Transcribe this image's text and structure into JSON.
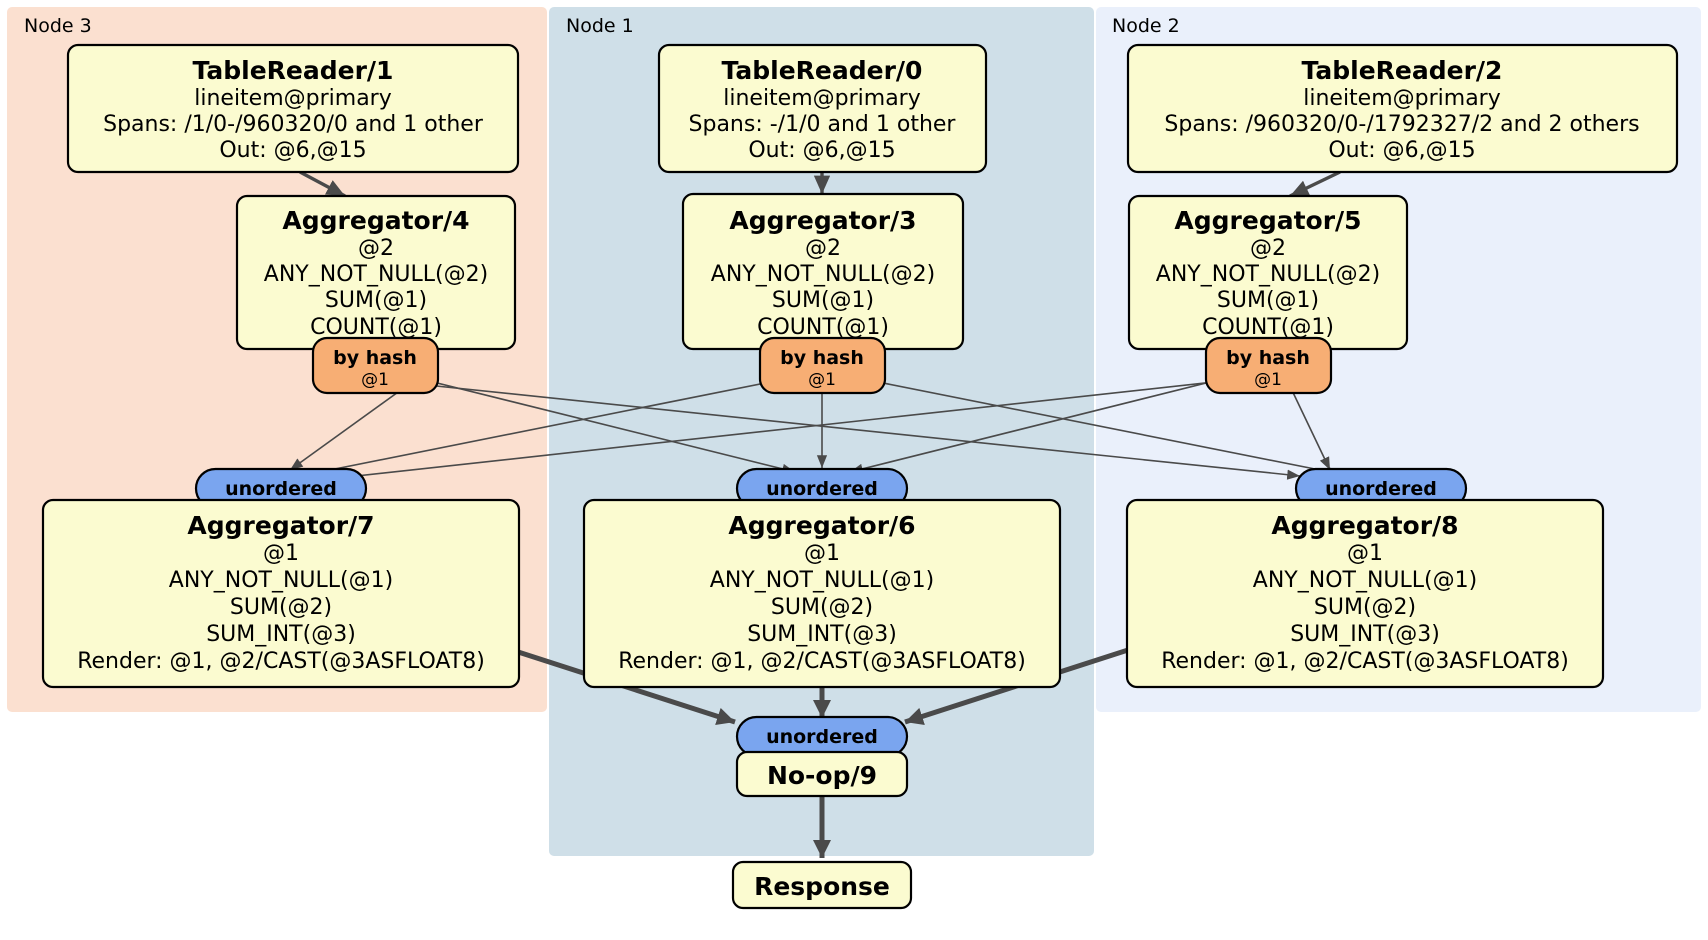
{
  "diagram": {
    "type": "distributed-query-plan",
    "background": "#ffffff",
    "colors": {
      "node3_panel": "#fbe0d0",
      "node1_panel": "#cfdfe8",
      "node2_panel": "#eaf0fb",
      "processor_box": "#fbfbd0",
      "router_pill": "#f7ae74",
      "receiver_pill": "#7aa5ef",
      "edge": "#4a4a4a",
      "box_border": "#000000"
    }
  },
  "panels": [
    {
      "id": "node3",
      "label": "Node 3"
    },
    {
      "id": "node1",
      "label": "Node 1"
    },
    {
      "id": "node2",
      "label": "Node 2"
    }
  ],
  "processors": {
    "table_reader_1": {
      "title": "TableReader/1",
      "lines": [
        "lineitem@primary",
        "Spans: /1/0-/960320/0 and 1 other",
        "Out: @6,@15"
      ]
    },
    "table_reader_0": {
      "title": "TableReader/0",
      "lines": [
        "lineitem@primary",
        "Spans: -/1/0 and 1 other",
        "Out: @6,@15"
      ]
    },
    "table_reader_2": {
      "title": "TableReader/2",
      "lines": [
        "lineitem@primary",
        "Spans: /960320/0-/1792327/2 and 2 others",
        "Out: @6,@15"
      ]
    },
    "aggregator_4": {
      "title": "Aggregator/4",
      "lines": [
        "@2",
        "ANY_NOT_NULL(@2)",
        "SUM(@1)",
        "COUNT(@1)"
      ]
    },
    "aggregator_3": {
      "title": "Aggregator/3",
      "lines": [
        "@2",
        "ANY_NOT_NULL(@2)",
        "SUM(@1)",
        "COUNT(@1)"
      ]
    },
    "aggregator_5": {
      "title": "Aggregator/5",
      "lines": [
        "@2",
        "ANY_NOT_NULL(@2)",
        "SUM(@1)",
        "COUNT(@1)"
      ]
    },
    "aggregator_7": {
      "title": "Aggregator/7",
      "lines": [
        "@1",
        "ANY_NOT_NULL(@1)",
        "SUM(@2)",
        "SUM_INT(@3)",
        "Render: @1, @2/CAST(@3ASFLOAT8)"
      ]
    },
    "aggregator_6": {
      "title": "Aggregator/6",
      "lines": [
        "@1",
        "ANY_NOT_NULL(@1)",
        "SUM(@2)",
        "SUM_INT(@3)",
        "Render: @1, @2/CAST(@3ASFLOAT8)"
      ]
    },
    "aggregator_8": {
      "title": "Aggregator/8",
      "lines": [
        "@1",
        "ANY_NOT_NULL(@1)",
        "SUM(@2)",
        "SUM_INT(@3)",
        "Render: @1, @2/CAST(@3ASFLOAT8)"
      ]
    },
    "noop_9": {
      "title": "No-op/9",
      "lines": []
    },
    "response": {
      "title": "Response",
      "lines": []
    }
  },
  "routers": {
    "by_hash_left": {
      "title": "by hash",
      "sub": "@1"
    },
    "by_hash_center": {
      "title": "by hash",
      "sub": "@1"
    },
    "by_hash_right": {
      "title": "by hash",
      "sub": "@1"
    }
  },
  "receivers": {
    "unordered_left": {
      "title": "unordered"
    },
    "unordered_center": {
      "title": "unordered"
    },
    "unordered_right": {
      "title": "unordered"
    },
    "unordered_final": {
      "title": "unordered"
    }
  }
}
